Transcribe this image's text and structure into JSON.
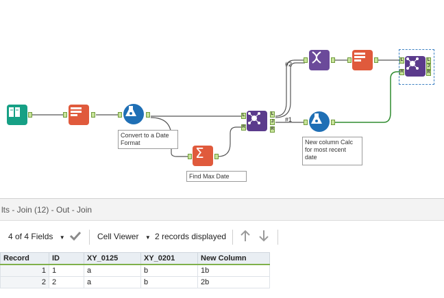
{
  "canvas": {
    "annotations": {
      "date_convert": "Convert to a Date Format",
      "find_max": "Find Max Date",
      "new_col": "New column Calc for most recent date"
    },
    "connection_labels": {
      "c1": "#1",
      "c2": "#2"
    },
    "anchors": {
      "L": "L",
      "R": "R",
      "J": "J"
    },
    "colors": {
      "input": "#16a085",
      "select": "#e05a3c",
      "formula": "#1f6fb5",
      "join": "#5b3b8c",
      "summarize": "#e05a3c",
      "transpose": "#6b4a9a",
      "line": "#555555",
      "line_green": "#2e8b2e"
    }
  },
  "results": {
    "title": "lts - Join (12) - Out - Join",
    "toolbar": {
      "fields": "4 of 4 Fields",
      "viewer": "Cell Viewer",
      "records": "2 records displayed"
    },
    "table": {
      "headers": [
        "Record",
        "ID",
        "XY_0125",
        "XY_0201",
        "New Column"
      ],
      "rows": [
        [
          "1",
          "1",
          "a",
          "b",
          "1b"
        ],
        [
          "2",
          "2",
          "a",
          "b",
          "2b"
        ]
      ]
    }
  }
}
